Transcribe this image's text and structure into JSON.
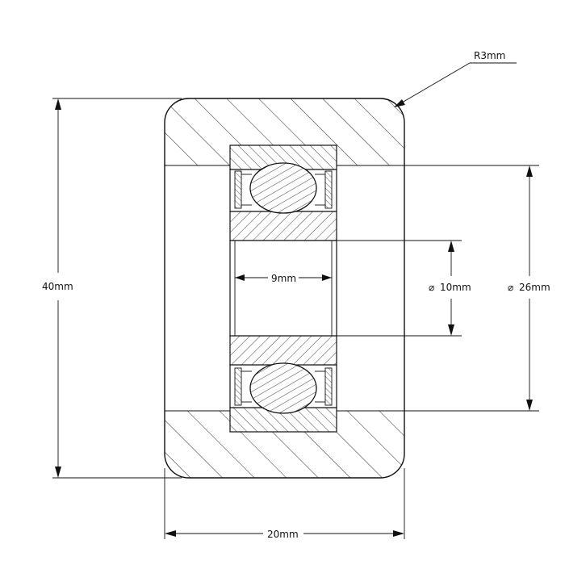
{
  "dimensions": {
    "overall_height": "40mm",
    "overall_width": "20mm",
    "bore_width": "9mm",
    "bore_diameter": "10mm",
    "outer_diameter": "26mm",
    "corner_radius": "R3mm",
    "diameter_symbol": "⌀"
  }
}
